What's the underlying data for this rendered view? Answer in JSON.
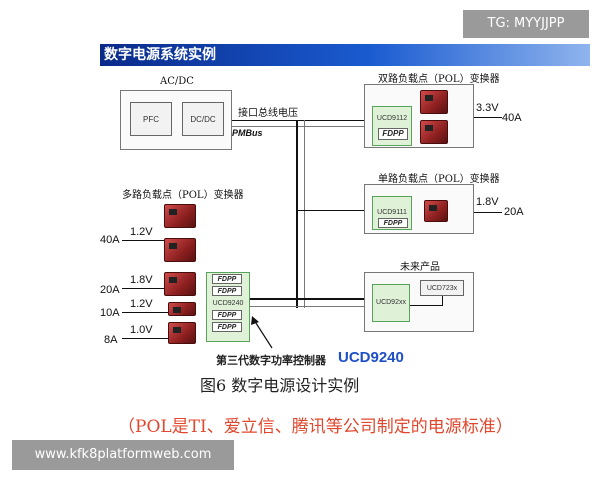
{
  "watermark_top": "TG: MYYJJPP",
  "title": "数字电源系统实例",
  "acdc": {
    "label": "AC/DC",
    "pfc": "PFC",
    "dcdc": "DC/DC"
  },
  "bus": {
    "label": "接口总线电压",
    "pmbus": "PMBus"
  },
  "dual_pol": {
    "label": "双路负载点（POL）变换器",
    "controller": "UCD9112",
    "fdpp": "FDPP",
    "voltage": "3.3V",
    "current": "40A"
  },
  "single_pol": {
    "label": "单路负载点（POL）变换器",
    "controller": "UCD9111",
    "fdpp": "FDPP",
    "voltage": "1.8V",
    "current": "20A"
  },
  "future": {
    "label": "未来产品",
    "controller": "UCD92xx",
    "sub": "UCD723x"
  },
  "multi_pol": {
    "label": "多路负载点（POL）变换器",
    "controller": "UCD9240",
    "fdpp": "FDPP",
    "rails": [
      {
        "voltage": "1.2V",
        "current": "40A"
      },
      {
        "voltage": "1.8V",
        "current": "20A"
      },
      {
        "voltage": "1.2V",
        "current": "10A"
      },
      {
        "voltage": "1.0V",
        "current": "8A"
      }
    ]
  },
  "controller_caption": {
    "prefix": "第三代数字功率控制器",
    "name": "UCD9240"
  },
  "figure_caption": "图6  数字电源设计实例",
  "note": "（POL是TI、爱立信、腾讯等公司制定的电源标准）",
  "watermark_bottom": "www.kfk8platformweb.com"
}
